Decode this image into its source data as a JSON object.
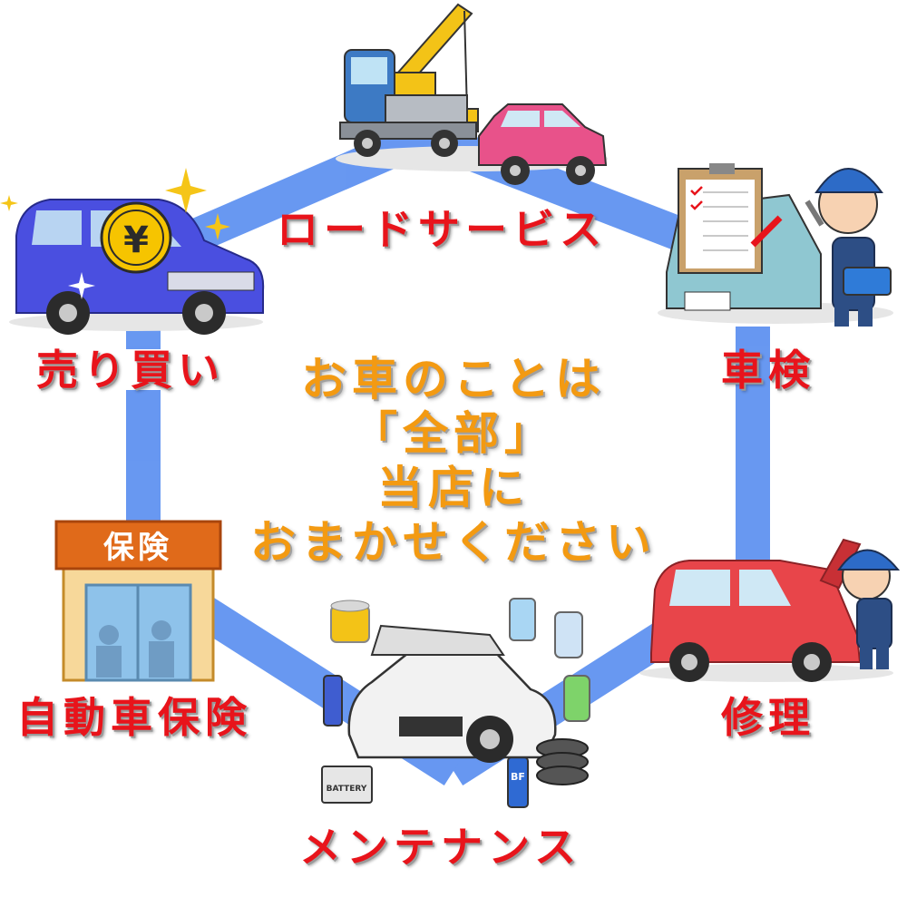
{
  "colors": {
    "ring": "#5b8ff0",
    "label_red": "#e8141b",
    "center_orange": "#f39a12"
  },
  "nodes": {
    "road_service": "ロードサービス",
    "buy_sell": "売り買い",
    "inspection": "車検",
    "insurance": "自動車保険",
    "repair": "修理",
    "maintenance": "メンテナンス"
  },
  "center": {
    "line1": "お車のことは",
    "line2": "「全部」",
    "line3": "当店に",
    "line4": "おまかせください"
  },
  "signs": {
    "insurance_sign": "保険",
    "yen": "¥",
    "battery": "BATTERY",
    "bf": "BF"
  },
  "icons": {
    "tow_truck": "tow-truck-icon",
    "yen_car": "yen-car-icon",
    "inspection": "clipboard-mechanic-icon",
    "insurance_office": "insurance-office-icon",
    "repair": "repair-mechanic-icon",
    "maintenance": "maintenance-car-icon"
  }
}
